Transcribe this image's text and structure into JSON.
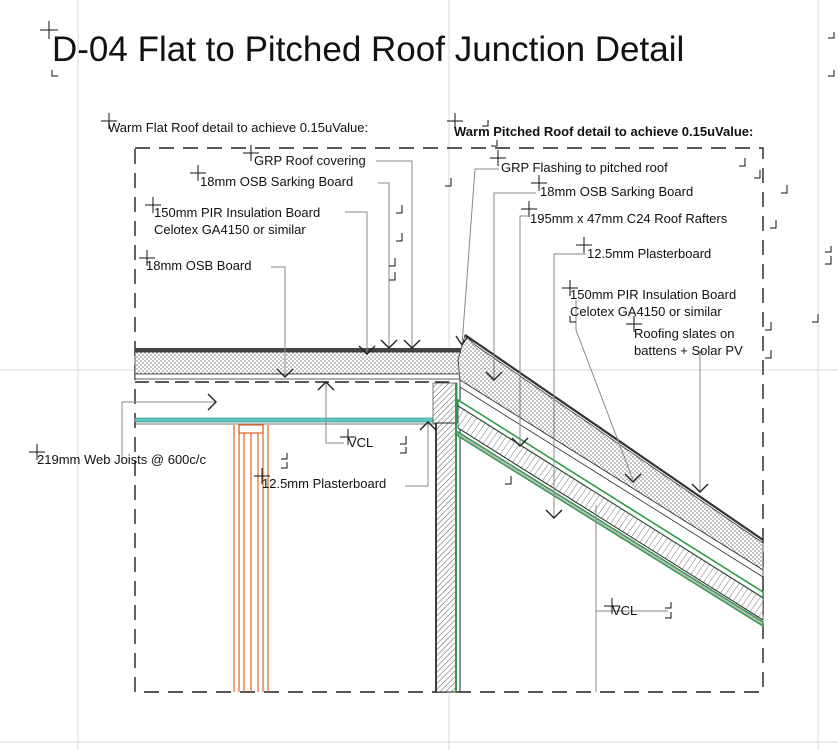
{
  "title": "D-04 Flat to Pitched Roof Junction Detail",
  "headings": {
    "flat": "Warm Flat Roof detail to achieve 0.15uValue:",
    "pitched": "Warm Pitched Roof detail to achieve 0.15uValue:"
  },
  "flat_labels": {
    "grp": "GRP Roof covering",
    "osb_sarking": "18mm OSB Sarking Board",
    "pir_line1": "150mm PIR Insulation Board",
    "pir_line2": "Celotex GA4150 or similar",
    "osb": "18mm OSB Board",
    "joists": "219mm Web Joists @ 600c/c",
    "vcl": "VCL",
    "plasterboard": "12.5mm Plasterboard"
  },
  "pitched_labels": {
    "grp": "GRP Flashing to pitched roof",
    "osb_sarking": "18mm OSB Sarking Board",
    "rafters": "195mm x 47mm C24 Roof Rafters",
    "plasterboard": "12.5mm Plasterboard",
    "pir_line1": "150mm PIR Insulation Board",
    "pir_line2": "Celotex GA4150 or similar",
    "slates_line1": "Roofing slates on",
    "slates_line2": "battens + Solar PV",
    "vcl": "VCL"
  },
  "colors": {
    "line": "#222222",
    "leader": "#8a8a8a",
    "joist": "#e0651e",
    "vcl_green": "#2e9a4a",
    "ceiling_cyan": "#5fc8c2",
    "grid": "#d9d9d9"
  }
}
